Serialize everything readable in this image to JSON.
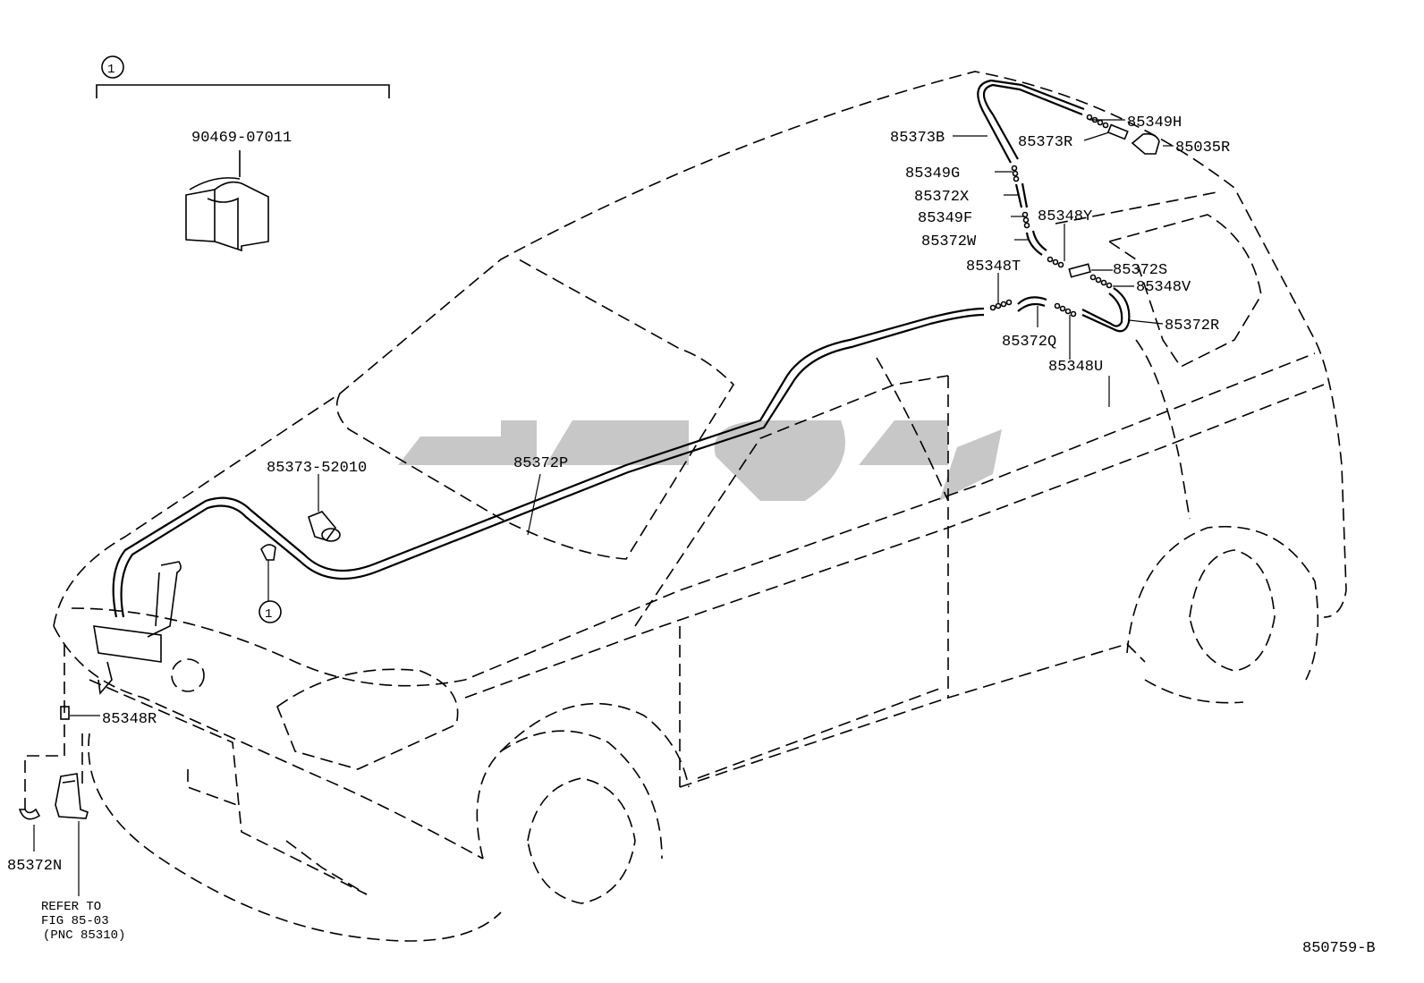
{
  "callout_symbol": "1",
  "labels": {
    "p90469": "90469-07011",
    "p85373_52010": "85373-52010",
    "p85372P": "85372P",
    "p85348R": "85348R",
    "p85372N": "85372N",
    "p85373B": "85373B",
    "p85349H": "85349H",
    "p85373R": "85373R",
    "p85035R": "85035R",
    "p85349G": "85349G",
    "p85372X": "85372X",
    "p85349F": "85349F",
    "p85348Y": "85348Y",
    "p85372W": "85372W",
    "p85348T": "85348T",
    "p85372S": "85372S",
    "p85348V": "85348V",
    "p85372R": "85372R",
    "p85372Q": "85372Q",
    "p85348U": "85348U"
  },
  "refer": {
    "line1": "REFER TO",
    "line2": "FIG 85-03",
    "line3": "(PNC 85310)"
  },
  "figure_code": "850759-B",
  "watermark_color": "#bdbdbd"
}
